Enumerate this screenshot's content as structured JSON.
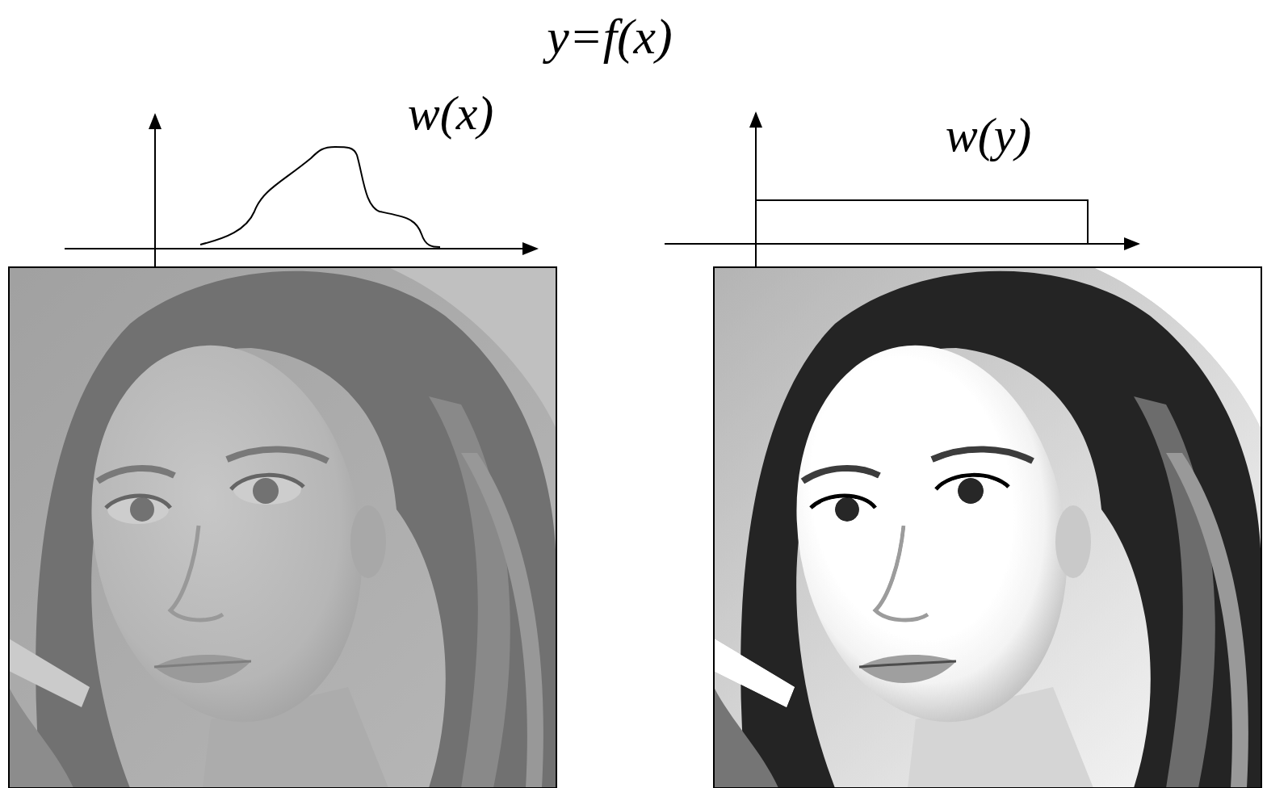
{
  "diagram": {
    "title": "y=f(x)",
    "labels": [
      "w(x)",
      "w(y)"
    ]
  }
}
